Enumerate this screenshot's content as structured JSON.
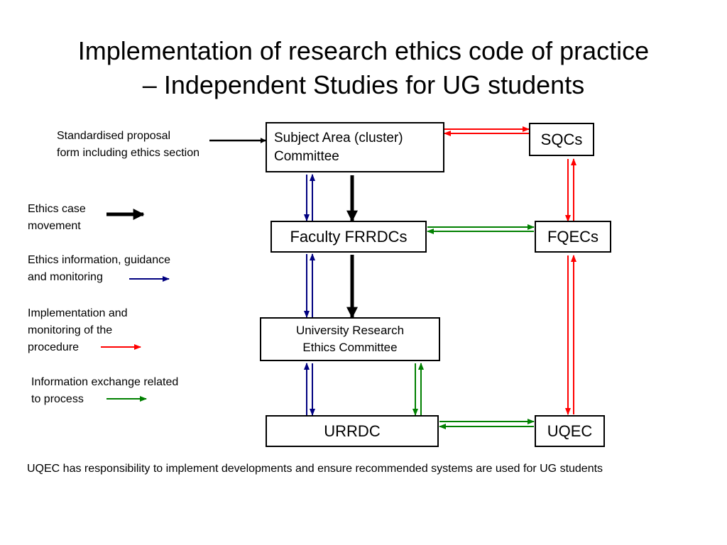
{
  "title": {
    "line1": "Implementation of research ethics code of practice",
    "line2": "– Independent Studies for UG students"
  },
  "boxes": {
    "subject_area": "Subject Area (cluster)\nCommittee",
    "sqcs": "SQCs",
    "faculty_frrdcs": "Faculty FRRDCs",
    "fqecs": "FQECs",
    "urec": "University Research\nEthics Committee",
    "urrdc": "URRDC",
    "uqec": "UQEC"
  },
  "input_label": "Standardised proposal\nform including ethics section",
  "legend": [
    {
      "text": "Ethics case\nmovement",
      "color": "#000000",
      "kind": "thick"
    },
    {
      "text": "Ethics information, guidance\nand monitoring",
      "color": "#000080",
      "kind": "thin"
    },
    {
      "text": "Implementation and\nmonitoring of the\nprocedure",
      "color": "#ff0000",
      "kind": "thin"
    },
    {
      "text": "Information exchange related\nto process",
      "color": "#008000",
      "kind": "thin"
    }
  ],
  "note": "UQEC has responsibility to implement developments and ensure recommended systems are used for UG students",
  "colors": {
    "case_movement": "#000000",
    "guidance": "#000080",
    "implementation": "#ff0000",
    "exchange": "#008000"
  }
}
